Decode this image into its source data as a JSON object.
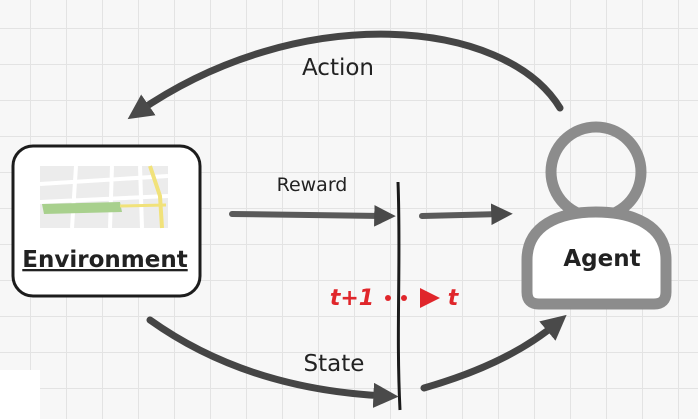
{
  "nodes": {
    "environment": "Environment",
    "agent": "Agent"
  },
  "edges": {
    "action": "Action",
    "reward": "Reward",
    "state": "State"
  },
  "time": {
    "next": "t+1",
    "current": "t"
  },
  "colors": {
    "arrow": "#4a4a4a",
    "agent_icon": "#8c8c8c",
    "time_marker": "#e0262b",
    "road": "#f1e27a",
    "park": "#a8d08d"
  }
}
